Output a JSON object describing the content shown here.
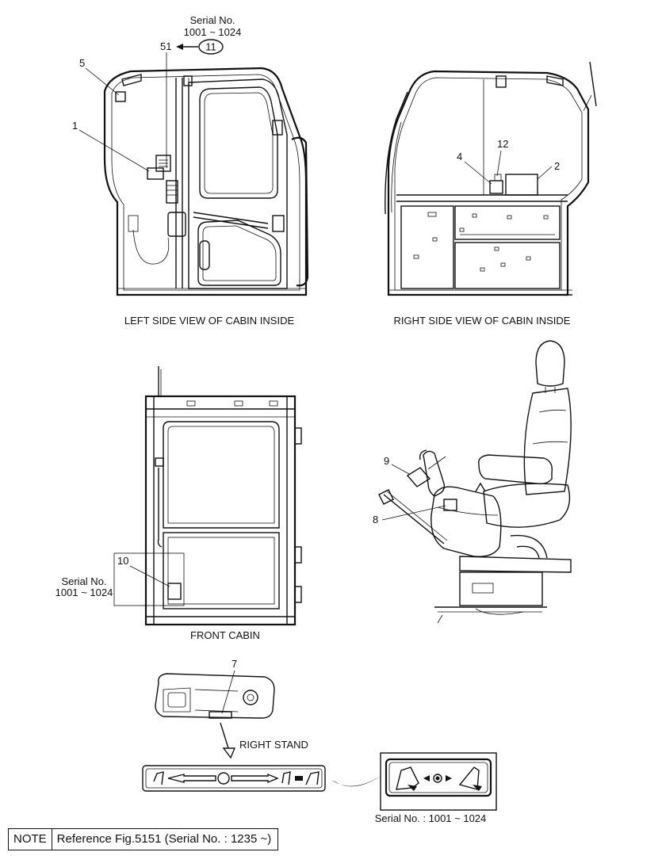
{
  "views": {
    "left_side": {
      "caption": "LEFT SIDE VIEW OF CABIN INSIDE"
    },
    "right_side": {
      "caption": "RIGHT SIDE VIEW OF CABIN INSIDE"
    },
    "front": {
      "caption": "FRONT CABIN"
    },
    "right_stand": {
      "caption": "RIGHT STAND"
    }
  },
  "serial_notes": {
    "top": {
      "label": "Serial No.",
      "range": "1001 ~ 1024"
    },
    "front": {
      "label": "Serial No.",
      "range": "1001 ~ 1024"
    },
    "decal": "Serial No. : 1001 ~ 1024"
  },
  "callouts": {
    "c1": "1",
    "c2": "2",
    "c4": "4",
    "c5": "5",
    "c7": "7",
    "c8": "8",
    "c9": "9",
    "c10": "10",
    "c11": "11",
    "c12": "12",
    "c51": "51"
  },
  "note": {
    "label": "NOTE",
    "text": "Reference Fig.5151 (Serial No. : 1235 ~)"
  }
}
